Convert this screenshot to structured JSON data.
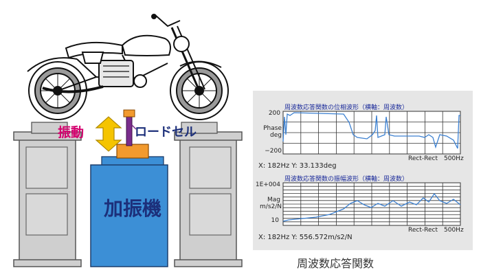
{
  "test_setup": {
    "shaker_label": "加振機",
    "vibration_label": "振動",
    "loadcell_label": "ロードセル",
    "colors": {
      "shaker_fill": "#3c8fd6",
      "shaker_text": "#1c2f7a",
      "pillar_fill": "#cfcfcf",
      "vibration_arrow": "#f5c400",
      "vibration_text": "#d4006e",
      "rod": "#7a2d8c",
      "mount": "#f29a2e"
    }
  },
  "frf_panel": {
    "caption": "周波数応答関数",
    "phase_plot": {
      "title": "周波数応答関数の位相波形（横軸：周波数）",
      "ylabel_line1": "Phase",
      "ylabel_line2": "deg",
      "y_top_tick": "200",
      "y_bottom_tick": "−200",
      "coord_label": "Rect-Rect",
      "x_end_label": "500Hz",
      "readout": "X: 182Hz Y: 33.133deg"
    },
    "magnitude_plot": {
      "title": "周波数応答関数の振幅波形（横軸：周波数）",
      "ylabel_line1": "Mag",
      "ylabel_line2": "m/s2/N",
      "y_top_tick": "1E+004",
      "y_bottom_tick": "10",
      "coord_label": "Rect-Rect",
      "x_end_label": "500Hz",
      "readout": "X: 182Hz Y: 556.572m/s2/N"
    },
    "colors": {
      "trace": "#3a7fd0",
      "grid": "#333333",
      "plot_bg": "#ffffff"
    }
  }
}
